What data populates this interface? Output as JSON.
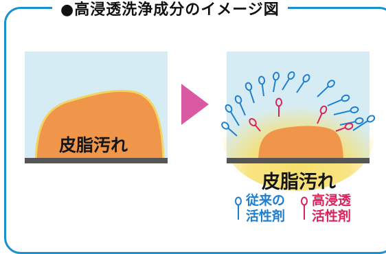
{
  "title": "●高浸透洗浄成分のイメージ図",
  "before_label": "皮脂汚れ",
  "after_label": "皮脂汚れ",
  "legend": {
    "conventional_line1": "従来の",
    "conventional_line2": "活性剤",
    "penetrating_line1": "高浸透",
    "penetrating_line2": "活性剤"
  },
  "colors": {
    "frame": "#1a90d0",
    "panel_bg": "#d6ecf5",
    "sebum": "#f0964b",
    "sebum_outline": "#f2d462",
    "glow": "#f7df6d",
    "floor": "#555555",
    "arrow": "#d95aa3",
    "conventional": "#1e7fcf",
    "penetrating": "#d9245b"
  }
}
